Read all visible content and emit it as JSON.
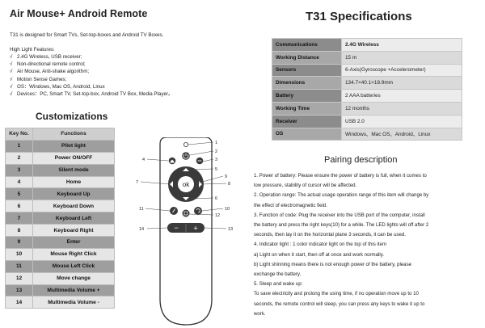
{
  "left": {
    "title": "Air Mouse+ Android Remote",
    "intro": "T31 is designed for Smart TVs, Set-top-boxes and  Android TV Boxes.",
    "highlight_title": "High Light Features:",
    "highlights": [
      "2.4G Wireless, USB receiver;",
      "Non-directional remote control;",
      "Air Mouse, Anti-shake algorithm;",
      "Motion Sense Games;",
      "OS：Windows, Mac OS, Android, Linux",
      "Devices：PC, Smart TV, Set-top-box, Android TV Box, Media Player。"
    ],
    "customizations_title": "Customizations",
    "key_table": {
      "headers": [
        "Key  No.",
        "Functions"
      ],
      "rows": [
        [
          "1",
          "Pilot  light"
        ],
        [
          "2",
          "Power  ON/OFF"
        ],
        [
          "3",
          "Silent  mode"
        ],
        [
          "4",
          "Home"
        ],
        [
          "5",
          "Keyboard  Up"
        ],
        [
          "6",
          "Keyboard  Down"
        ],
        [
          "7",
          "Keyboard  Left"
        ],
        [
          "8",
          "Keyboard  Right"
        ],
        [
          "9",
          "Enter"
        ],
        [
          "10",
          "Mouse  Right  Click"
        ],
        [
          "11",
          "Mouse  Left  Click"
        ],
        [
          "12",
          "Move  change"
        ],
        [
          "13",
          "Multimedia  Volume  +"
        ],
        [
          "14",
          "Multimedia  Volume  -"
        ]
      ]
    }
  },
  "remote": {
    "ok_label": "ok",
    "plus_label": "+",
    "minus_label": "−",
    "callouts": [
      "1",
      "2",
      "3",
      "4",
      "5",
      "6",
      "7",
      "8",
      "9",
      "10",
      "11",
      "12",
      "13",
      "14"
    ]
  },
  "right": {
    "spec_title": "T31 Specifications",
    "specs": [
      {
        "label": "Communications",
        "value": "2.4G  Wireless"
      },
      {
        "label": "Working  Distance",
        "value": "15  m"
      },
      {
        "label": "Sensors",
        "value": "6-Axis(Gyroscope  +Accelerometer)"
      },
      {
        "label": "Dimensions",
        "value": "134.7×40.1×18.9mm"
      },
      {
        "label": "Battery",
        "value": "2  AAA  batteries"
      },
      {
        "label": "Working  Time",
        "value": "12  months"
      },
      {
        "label": "Receiver",
        "value": "USB  2.0"
      },
      {
        "label": "OS",
        "value": "Windows、Mac  OS、Android、Linux"
      }
    ],
    "pairing_title": "Pairing description",
    "pairing": [
      "1. Power of battery: Please ensure the power of battery is full, when it comes to",
      "low pressure, stability of cursor will be affected.",
      "2. Operation range: The actual usage operation range of this item will change by",
      "the effect of electromagnetic field.",
      "3. Function of code: Plug the receiver into the USB port of the computer, install",
      "the battery and press the right keys(10) for a while. The LED lights will off after 2",
      "seconds, then lay it on the horizontal plane 3 seconds, it can be used.",
      "4. Indicator light : 1 color indicator light on the top of this item",
      "a) Light on when it start, then off at once and work normally.",
      "b) Light shinning means there is not enough power of the battery, please",
      "exchange the battery.",
      "5. Sleep and wake up:",
      "To save electricity and prolong the using time, if no operation move up to 10",
      "seconds, the remote control will sleep, you can press any keys to wake it up to",
      "work."
    ]
  }
}
